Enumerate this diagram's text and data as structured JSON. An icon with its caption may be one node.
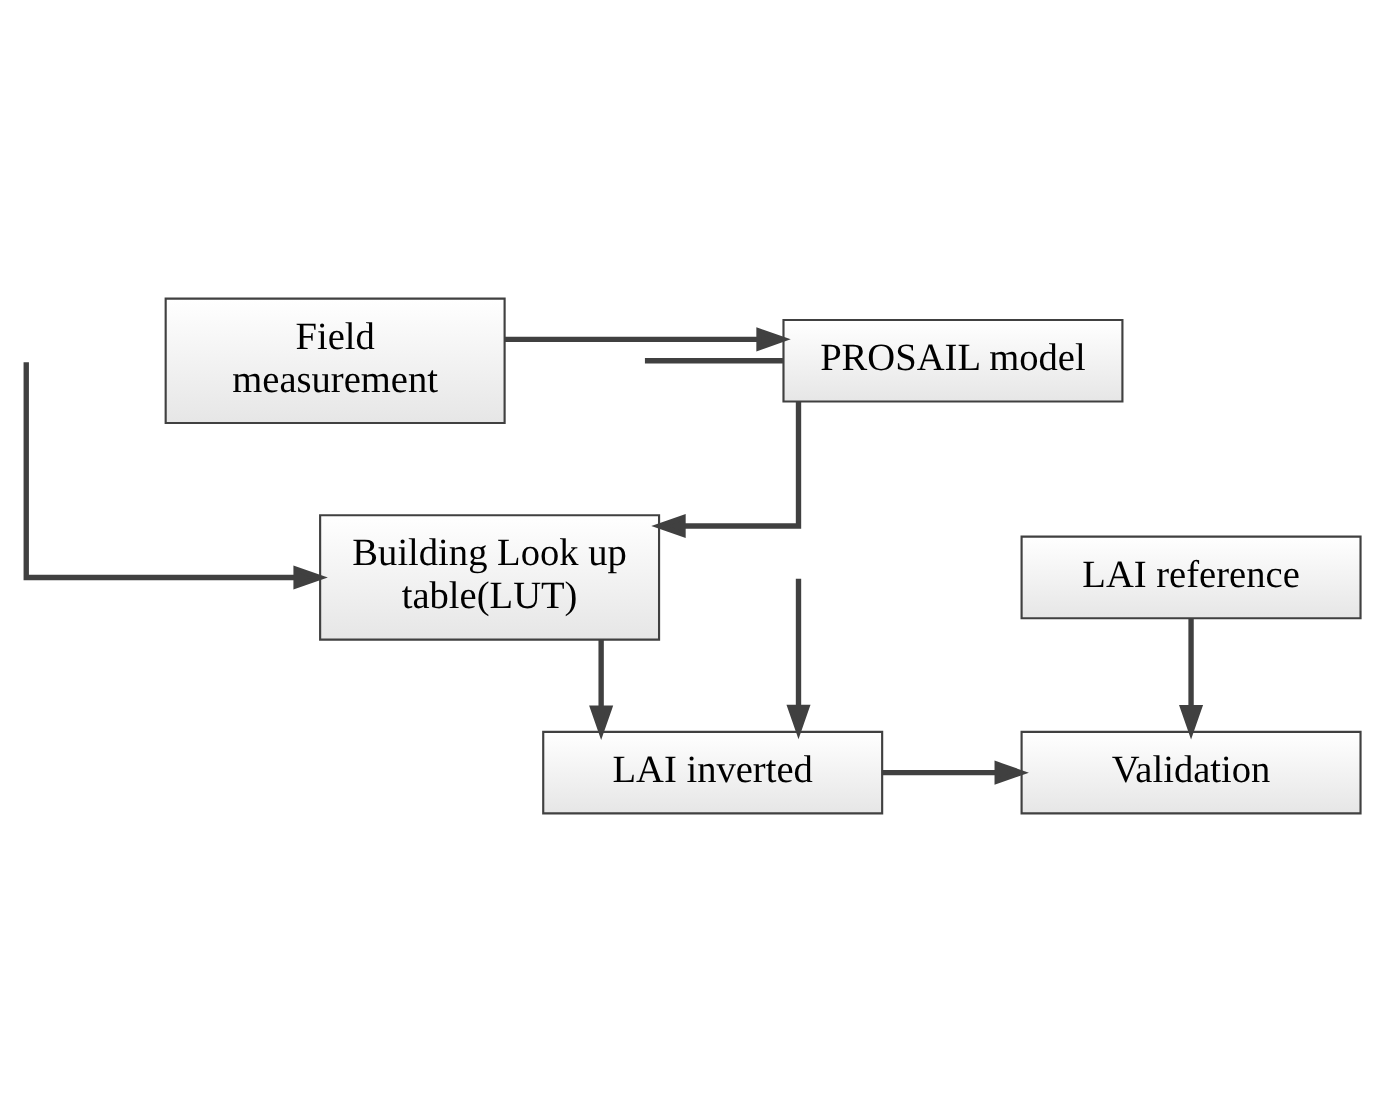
{
  "diagram": {
    "nodes": [
      {
        "text": [
          "PROSAIL model"
        ]
      },
      {
        "text": [
          "Field measurement"
        ]
      },
      {
        "text": [
          "Building Look up table(LUT)"
        ]
      },
      {
        "text": [
          "LAI reference"
        ]
      },
      {
        "text": [
          "LAI inverted"
        ]
      },
      {
        "text": [
          "Validation"
        ]
      }
    ],
    "edges": [
      {
        "from": 1,
        "to": 0,
        "arrow": "to"
      },
      {
        "from": 0,
        "to": null,
        "arrow": "none"
      },
      {
        "from": 0,
        "to": 2,
        "arrow": "to"
      },
      {
        "from": null,
        "to": 2,
        "arrow": "to"
      },
      {
        "from": 2,
        "to": 4,
        "arrow": "to"
      },
      {
        "from": null,
        "to": 4,
        "arrow": "to"
      },
      {
        "from": 3,
        "to": 5,
        "arrow": "to"
      },
      {
        "from": 4,
        "to": 5,
        "arrow": "to"
      }
    ]
  }
}
